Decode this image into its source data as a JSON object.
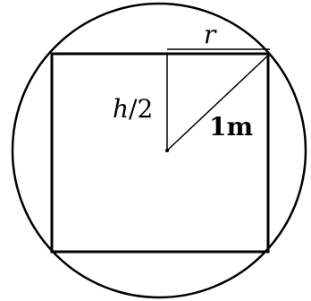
{
  "diagram": {
    "labels": {
      "r": "r",
      "h": "h",
      "half": "/2",
      "radius": "1m"
    },
    "colors": {
      "stroke": "#000000",
      "background": "#ffffff"
    }
  }
}
